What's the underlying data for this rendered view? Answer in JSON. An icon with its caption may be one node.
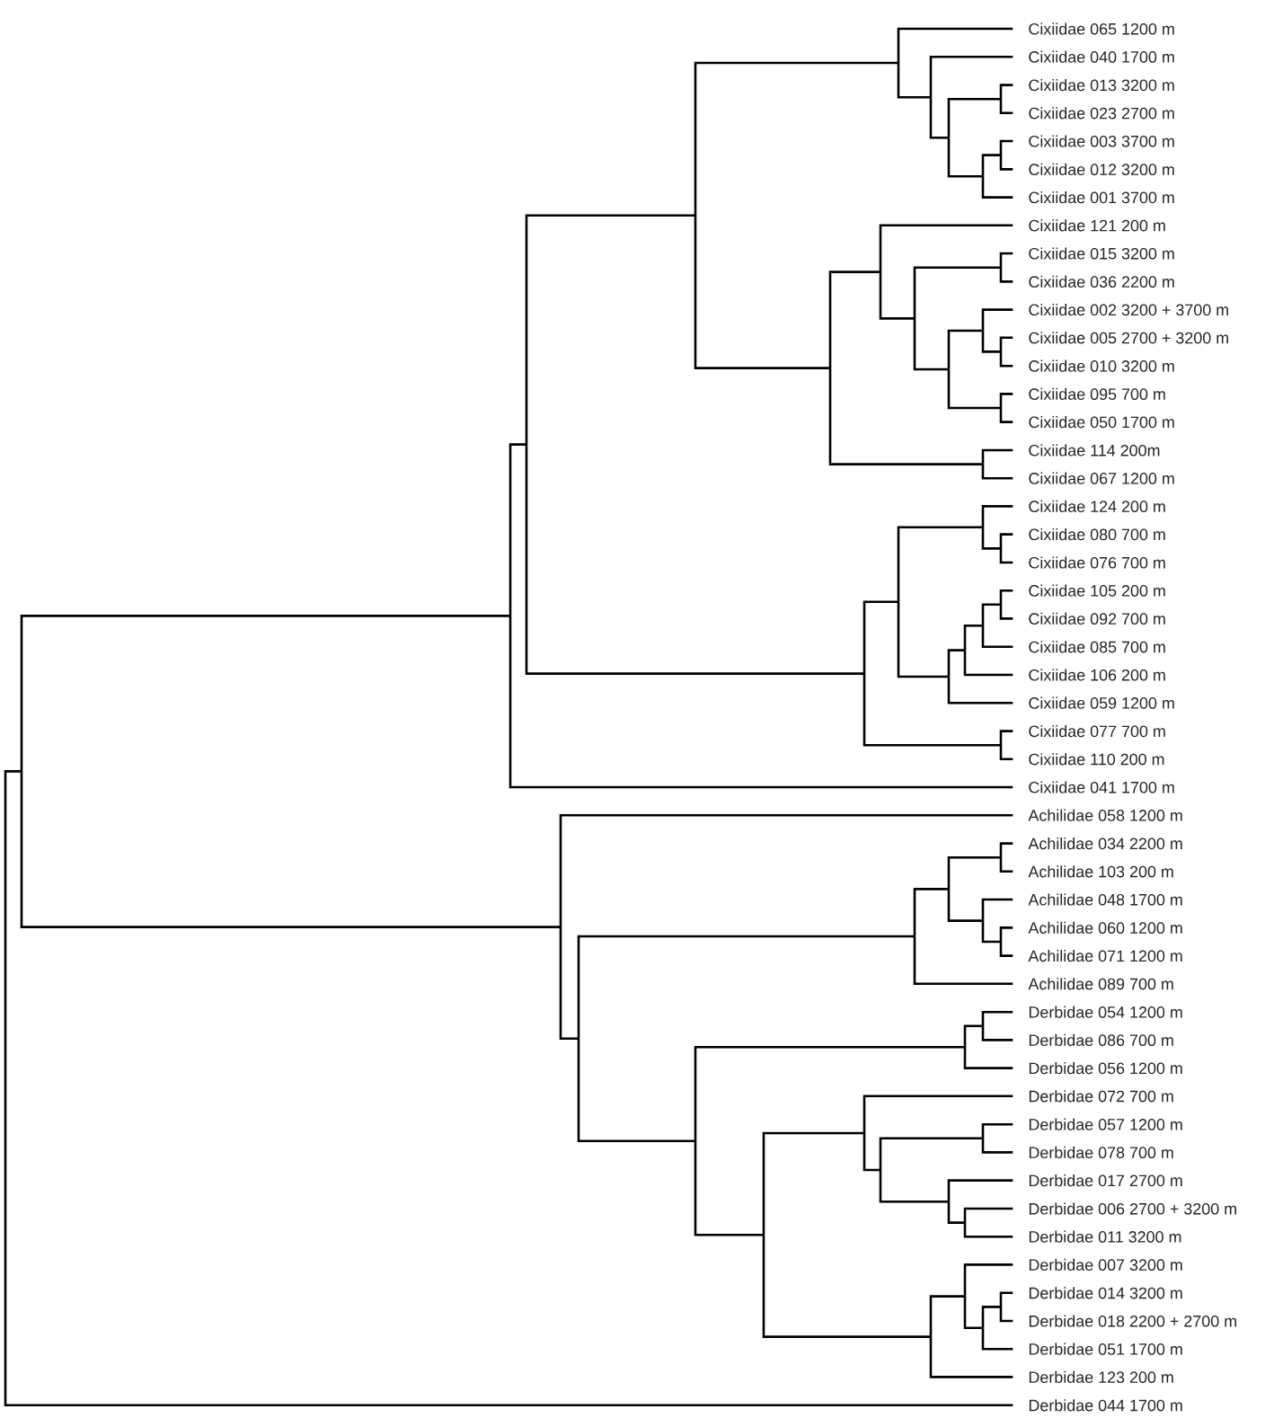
{
  "diagram": {
    "labels": [
      "Cixiidae 065 1200 m",
      "Cixiidae 040 1700 m",
      "Cixiidae 013 3200 m",
      "Cixiidae 023 2700 m",
      "Cixiidae 003 3700 m",
      "Cixiidae 012 3200 m",
      "Cixiidae 001 3700 m",
      "Cixiidae 121 200 m",
      "Cixiidae 015 3200 m",
      "Cixiidae 036 2200 m",
      "Cixiidae 002 3200 + 3700 m",
      "Cixiidae 005 2700 + 3200 m",
      "Cixiidae 010 3200 m",
      "Cixiidae 095 700 m",
      "Cixiidae 050 1700 m",
      "Cixiidae 114 200m",
      "Cixiidae 067 1200 m",
      "Cixiidae 124 200 m",
      "Cixiidae 080 700 m",
      "Cixiidae 076 700 m",
      "Cixiidae 105 200 m",
      "Cixiidae 092 700 m",
      "Cixiidae 085 700 m",
      "Cixiidae 106 200 m",
      "Cixiidae 059 1200 m",
      "Cixiidae 077 700 m",
      "Cixiidae 110 200 m",
      "Cixiidae 041 1700 m",
      "Achilidae 058 1200 m",
      "Achilidae 034 2200 m",
      "Achilidae 103 200 m",
      "Achilidae 048 1700 m",
      "Achilidae 060 1200 m",
      "Achilidae 071 1200 m",
      "Achilidae 089 700 m",
      "Derbidae 054 1200 m",
      "Derbidae 086 700 m",
      "Derbidae 056 1200 m",
      "Derbidae 072 700 m",
      "Derbidae 057 1200 m",
      "Derbidae 078 700 m",
      "Derbidae 017 2700 m",
      "Derbidae 006 2700 + 3200 m",
      "Derbidae 011 3200 m",
      "Derbidae 007 3200 m",
      "Derbidae 014 3200 m",
      "Derbidae 018 2200 + 2700 m",
      "Derbidae 051 1700 m",
      "Derbidae 123 200 m",
      "Derbidae 044 1700 m"
    ]
  }
}
